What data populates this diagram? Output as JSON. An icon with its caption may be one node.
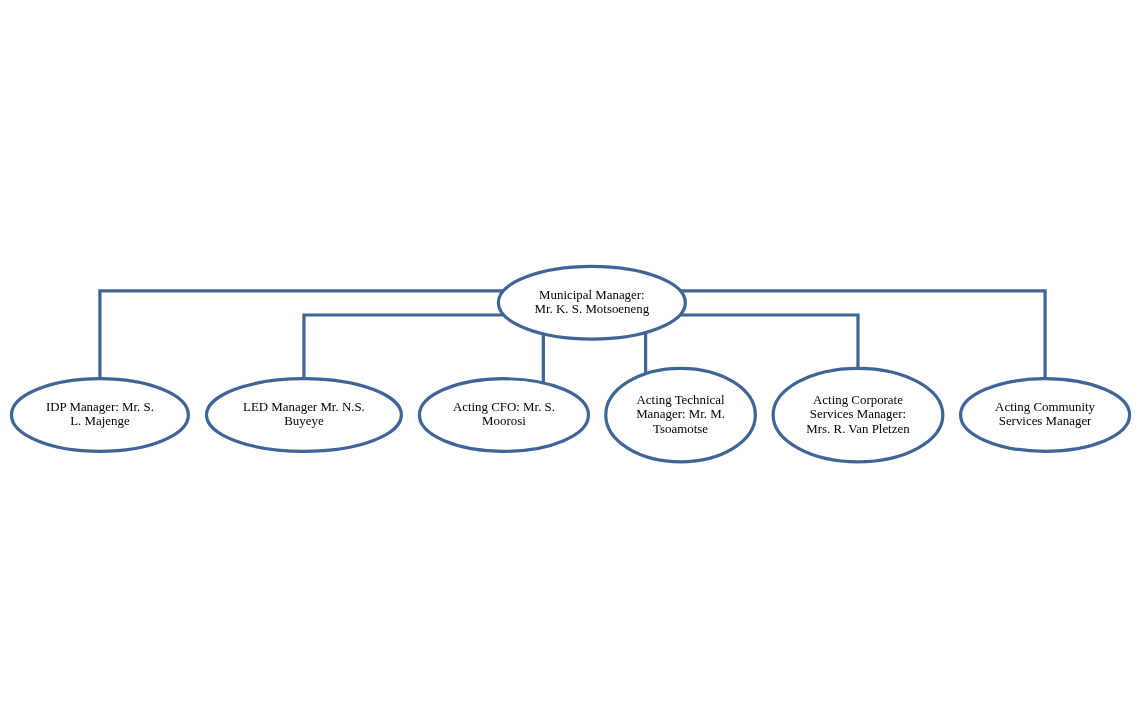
{
  "diagram": {
    "nodes": [
      {
        "text": [
          "Municipal Manager: Mr. K. S. Motsoeneng"
        ]
      },
      {
        "text": [
          "IDP Manager: Mr. S. L. Majenge"
        ]
      },
      {
        "text": [
          "LED Manager Mr. N.S. Buyeye"
        ]
      },
      {
        "text": [
          "Acting CFO: Mr. S. Moorosi"
        ]
      },
      {
        "text": [
          "Acting Technical Manager: Mr. M. Tsoamotse"
        ]
      },
      {
        "text": [
          "Acting Corporate Services Manager: Mrs. R. Van Pletzen"
        ]
      },
      {
        "text": [
          "Acting Community Services Manager"
        ]
      }
    ],
    "edges": [
      {
        "from": 0,
        "to": 1,
        "arrow": "none"
      },
      {
        "from": 0,
        "to": 2,
        "arrow": "none"
      },
      {
        "from": 0,
        "to": 3,
        "arrow": "none"
      },
      {
        "from": 0,
        "to": 4,
        "arrow": "none"
      },
      {
        "from": 0,
        "to": 5,
        "arrow": "none"
      },
      {
        "from": 0,
        "to": 6,
        "arrow": "none"
      }
    ]
  }
}
